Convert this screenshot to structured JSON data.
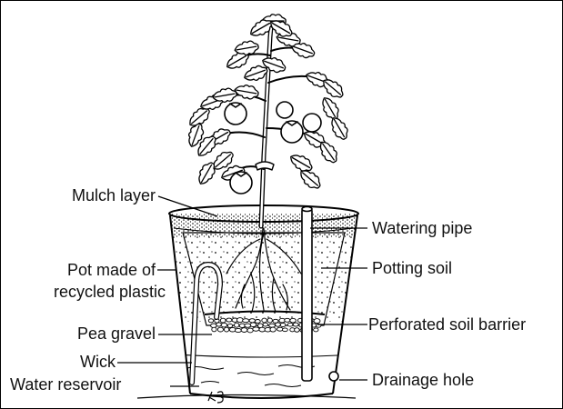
{
  "diagram": {
    "labels": {
      "mulch_layer": "Mulch layer",
      "pot_line1": "Pot made of",
      "pot_line2": "recycled plastic",
      "pea_gravel": "Pea gravel",
      "wick": "Wick",
      "water_reservoir": "Water reservoir",
      "watering_pipe": "Watering pipe",
      "potting_soil": "Potting soil",
      "perforated_soil_barrier": "Perforated soil barrier",
      "drainage_hole": "Drainage hole"
    },
    "artist_signature": "K3"
  }
}
